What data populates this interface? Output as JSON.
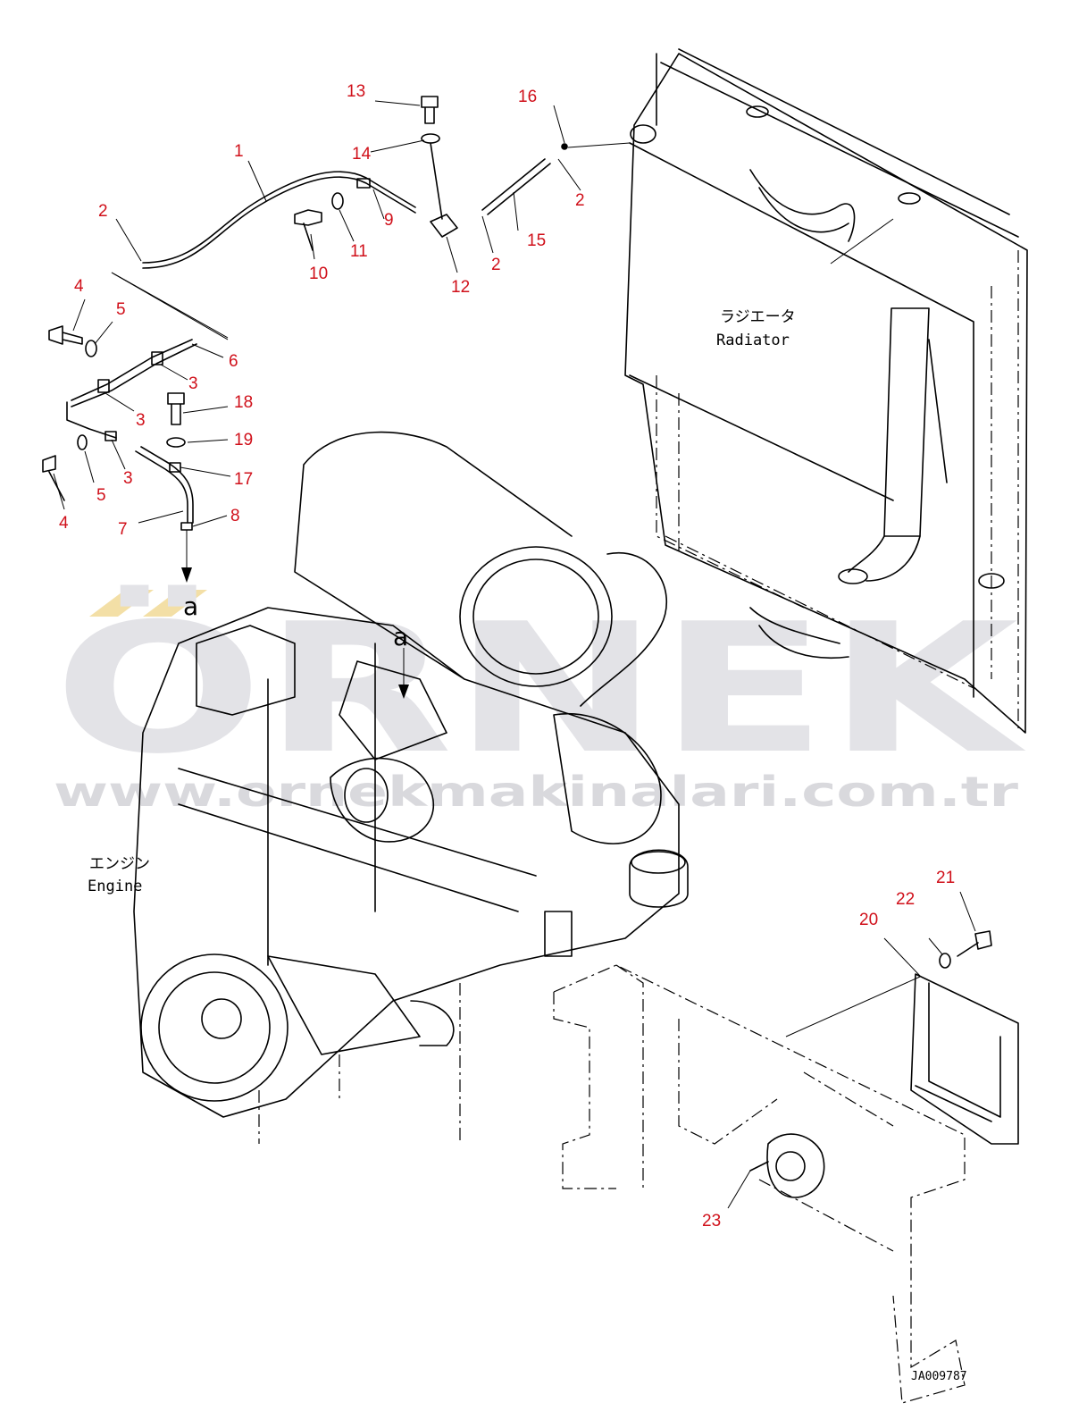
{
  "callouts": {
    "n1": "1",
    "n2a": "2",
    "n2b": "2",
    "n2c": "2",
    "n3a": "3",
    "n3b": "3",
    "n3c": "3",
    "n4a": "4",
    "n4b": "4",
    "n5a": "5",
    "n5b": "5",
    "n6": "6",
    "n7": "7",
    "n8": "8",
    "n9": "9",
    "n10": "10",
    "n11": "11",
    "n12": "12",
    "n13": "13",
    "n14": "14",
    "n15": "15",
    "n16": "16",
    "n17": "17",
    "n18": "18",
    "n19": "19",
    "n20": "20",
    "n21": "21",
    "n22": "22",
    "n23": "23"
  },
  "labels": {
    "radiator_jp": "ラジエータ",
    "radiator_en": "Radiator",
    "engine_jp": "エンジン",
    "engine_en": "Engine",
    "ref_a1": "a",
    "ref_a2": "a",
    "drawing_code": "JA009787"
  },
  "watermark": {
    "brand": "ÖRNEK",
    "url": "www.ornekmakinalari.com.tr"
  },
  "colors": {
    "callout": "#d0101a",
    "watermark": "#e3e3e7",
    "watermark_accent": "#f3dfa6"
  }
}
